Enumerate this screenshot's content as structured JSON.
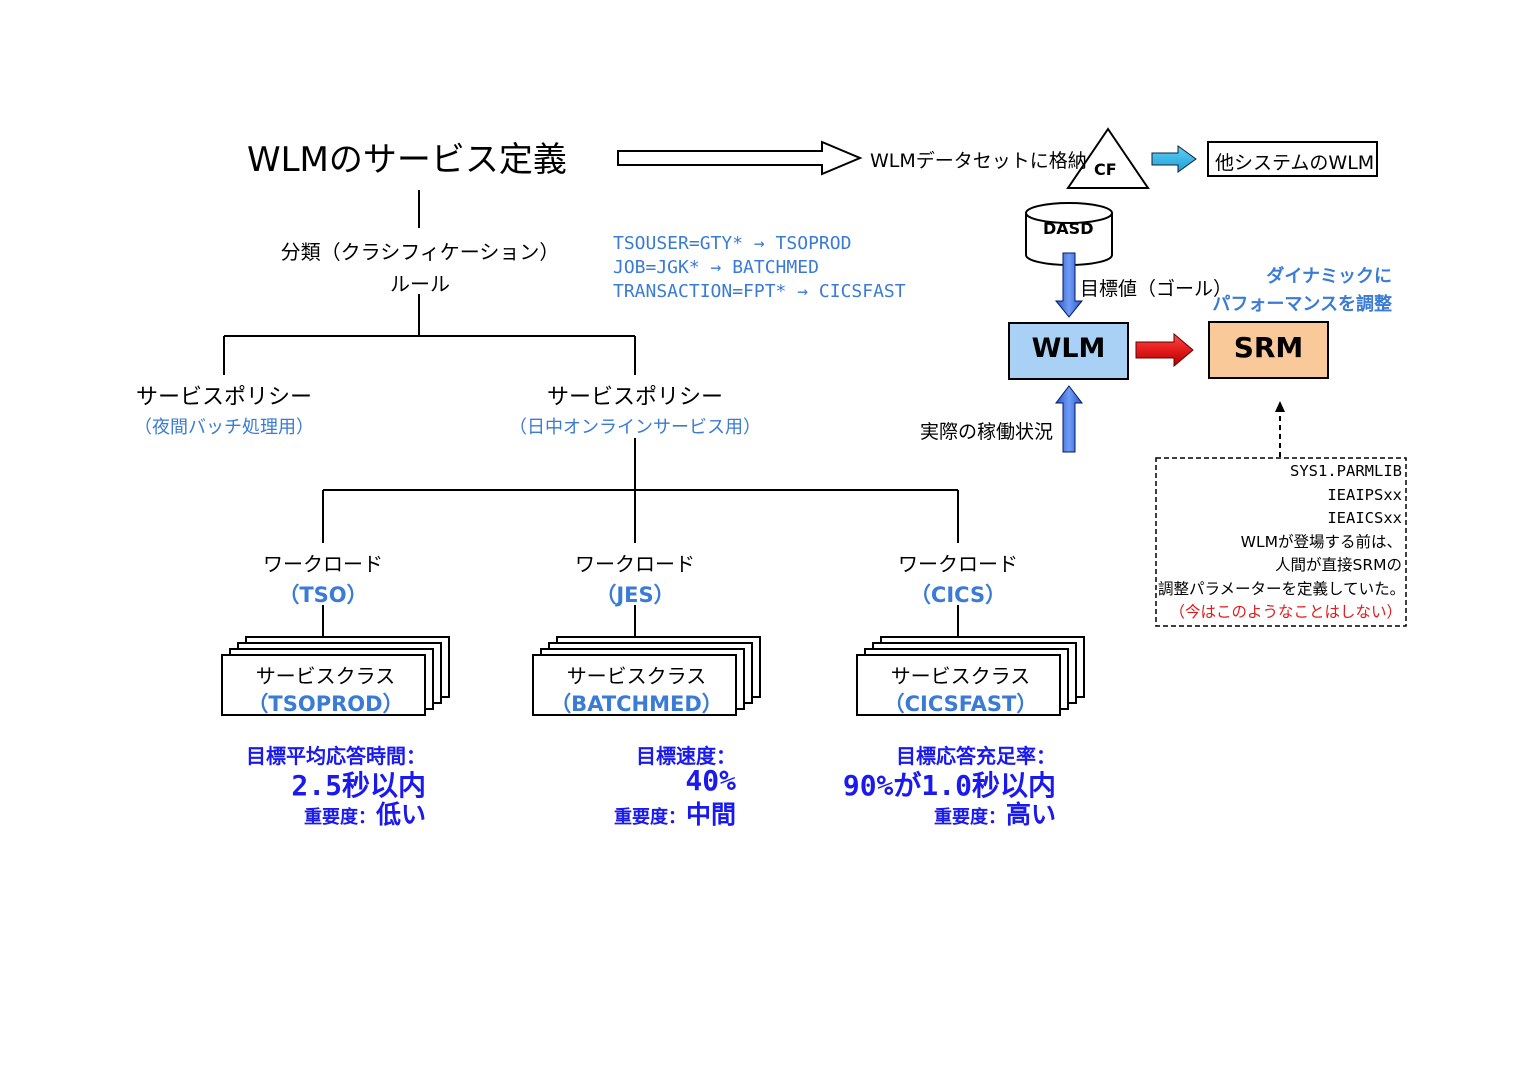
{
  "title": "WLMのサービス定義",
  "store_label": "WLMデータセットに格納",
  "cf_label": "CF",
  "other_system": "他システムのWLM",
  "dasd_label": "DASD",
  "goal_label": "目標値（ゴール）",
  "actual_label": "実際の稼働状況",
  "wlm_label": "WLM",
  "srm_label": "SRM",
  "dynamic_note": [
    "ダイナミックに",
    "パフォーマンスを調整"
  ],
  "classification": [
    "分類（クラシフィケーション）",
    "ルール"
  ],
  "rules": [
    "TSOUSER=GTY* → TSOPROD",
    "JOB=JGK* → BATCHMED",
    "TRANSACTION=FPT* → CICSFAST"
  ],
  "policies": [
    {
      "label": "サービスポリシー",
      "note": "（夜間バッチ処理用）"
    },
    {
      "label": "サービスポリシー",
      "note": "（日中オンラインサービス用）"
    }
  ],
  "workloads": [
    {
      "label": "ワークロード",
      "name": "（TSO）",
      "class_label": "サービスクラス",
      "class_name": "（TSOPROD）",
      "goal_head": "目標平均応答時間：",
      "goal_value": "2.5秒以内",
      "imp_label": "重要度：",
      "imp_value": "低い"
    },
    {
      "label": "ワークロード",
      "name": "（JES）",
      "class_label": "サービスクラス",
      "class_name": "（BATCHMED）",
      "goal_head": "目標速度：",
      "goal_value": "40%",
      "imp_label": "重要度：",
      "imp_value": "中間"
    },
    {
      "label": "ワークロード",
      "name": "（CICS）",
      "class_label": "サービスクラス",
      "class_name": "（CICSFAST）",
      "goal_head": "目標応答充足率：",
      "goal_value": "90%が1.0秒以内",
      "imp_label": "重要度：",
      "imp_value": "高い"
    }
  ],
  "legacy_box": {
    "lines": [
      "SYS1.PARMLIB",
      "IEAIPSxx",
      "IEAICSxx",
      "WLMが登場する前は、",
      "人間が直接SRMの",
      "調整パラメーターを定義していた。"
    ],
    "note": "（今はこのようなことはしない）"
  },
  "colors": {
    "blue_text": "#3a7bd5",
    "dark_blue": "#1a1aee",
    "wlm_box": "#a9d1f5",
    "srm_box": "#f9c99a",
    "red": "#e31b1b",
    "cyan_arrow": "#29b6e8",
    "blue_arrow": "#3a6fdc"
  }
}
